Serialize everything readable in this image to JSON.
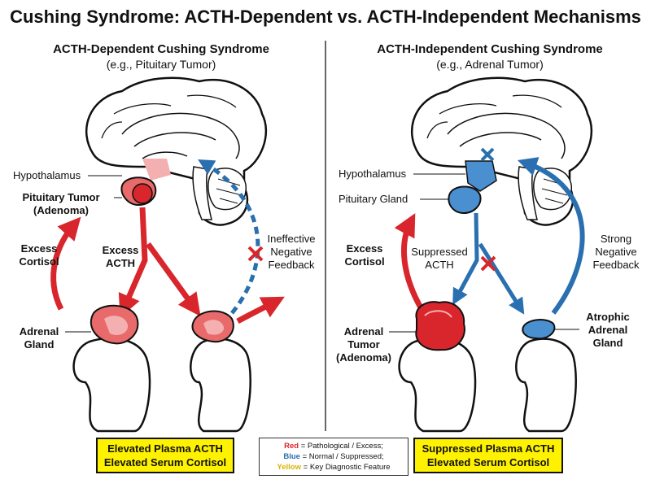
{
  "title": "Cushing Syndrome: ACTH-Dependent vs. ACTH-Independent Mechanisms",
  "left": {
    "title": "ACTH-Dependent Cushing Syndrome",
    "subtitle": "(e.g., Pituitary Tumor)",
    "hypothalamus": "Hypothalamus",
    "pituitary_tumor": "Pituitary Tumor",
    "pituitary_tumor_sub": "(Adenoma)",
    "excess_cortisol_1": "Excess",
    "excess_cortisol_2": "Cortisol",
    "excess_acth_1": "Excess",
    "excess_acth_2": "ACTH",
    "feedback_1": "Ineffective",
    "feedback_2": "Negative",
    "feedback_3": "Feedback",
    "adrenal_1": "Adrenal",
    "adrenal_2": "Gland",
    "box_line1": "Elevated Plasma ACTH",
    "box_line2": "Elevated Serum Cortisol"
  },
  "right": {
    "title": "ACTH-Independent Cushing Syndrome",
    "subtitle": "(e.g., Adrenal Tumor)",
    "hypothalamus": "Hypothalamus",
    "pituitary": "Pituitary Gland",
    "excess_cortisol_1": "Excess",
    "excess_cortisol_2": "Cortisol",
    "suppressed_1": "Suppressed",
    "suppressed_2": "ACTH",
    "feedback_1": "Strong",
    "feedback_2": "Negative",
    "feedback_3": "Feedback",
    "tumor_1": "Adrenal",
    "tumor_2": "Tumor",
    "tumor_3": "(Adenoma)",
    "atrophic_1": "Atrophic",
    "atrophic_2": "Adrenal",
    "atrophic_3": "Gland",
    "box_line1": "Suppressed Plasma ACTH",
    "box_line2": "Elevated Serum Cortisol"
  },
  "legend": {
    "red_key": "Red",
    "red_text": " = Pathological / Excess;",
    "blue_key": "Blue",
    "blue_text": " = Normal / Suppressed;",
    "yellow_key": "Yellow",
    "yellow_text": " = Key Diagnostic Feature"
  },
  "colors": {
    "red": "#d8262c",
    "blue": "#2a6fb0",
    "yellow": "#fff200",
    "gland_red": "#e86a6a",
    "gland_blue": "#4a8fd0"
  }
}
